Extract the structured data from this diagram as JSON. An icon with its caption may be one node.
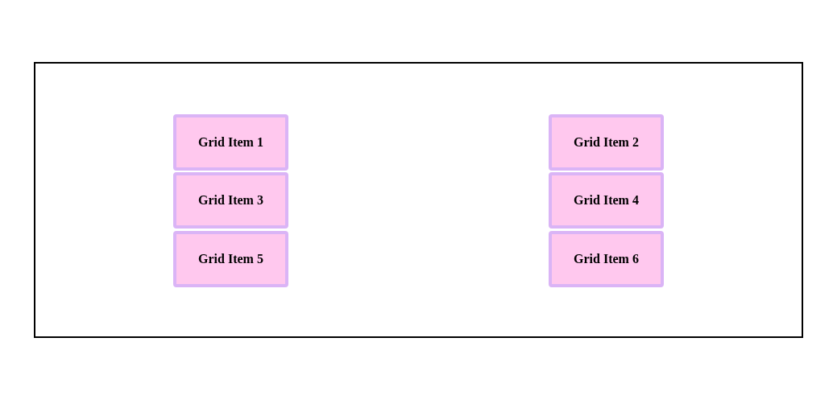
{
  "diagram": {
    "nodes": [
      {
        "text": [],
        "shape": "box"
      },
      {
        "text": [
          "Grid Item 1"
        ],
        "in": 0
      },
      {
        "text": [
          "Grid Item 2"
        ],
        "in": 0
      },
      {
        "text": [
          "Grid Item 3"
        ],
        "in": 0
      },
      {
        "text": [
          "Grid Item 4"
        ],
        "in": 0
      },
      {
        "text": [
          "Grid Item 5"
        ],
        "in": 0
      },
      {
        "text": [
          "Grid Item 6"
        ],
        "in": 0
      }
    ]
  }
}
